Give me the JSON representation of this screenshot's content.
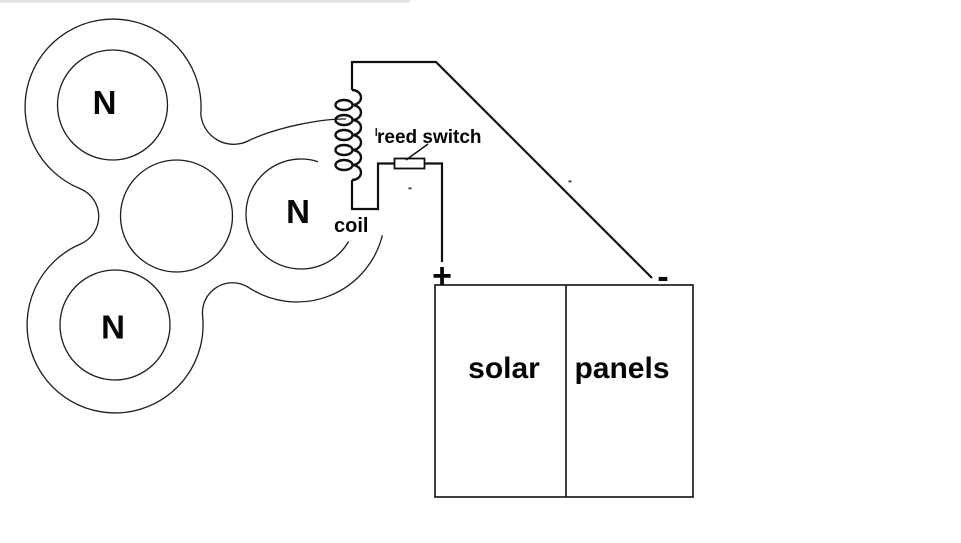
{
  "canvas": {
    "background": "#ffffff",
    "ink_color": "#1d1d1d",
    "artifact_strip_color": "#e3e3e3"
  },
  "spinner": {
    "magnet_labels": {
      "top_left": "N",
      "right": "N",
      "bottom_left": "N"
    }
  },
  "circuit": {
    "coil_label": "coil",
    "reed_switch_label": "reed switch",
    "positive_terminal": "+",
    "negative_terminal": "-"
  },
  "solar_panel": {
    "left_cell_label": "solar",
    "right_cell_label": "panels"
  }
}
